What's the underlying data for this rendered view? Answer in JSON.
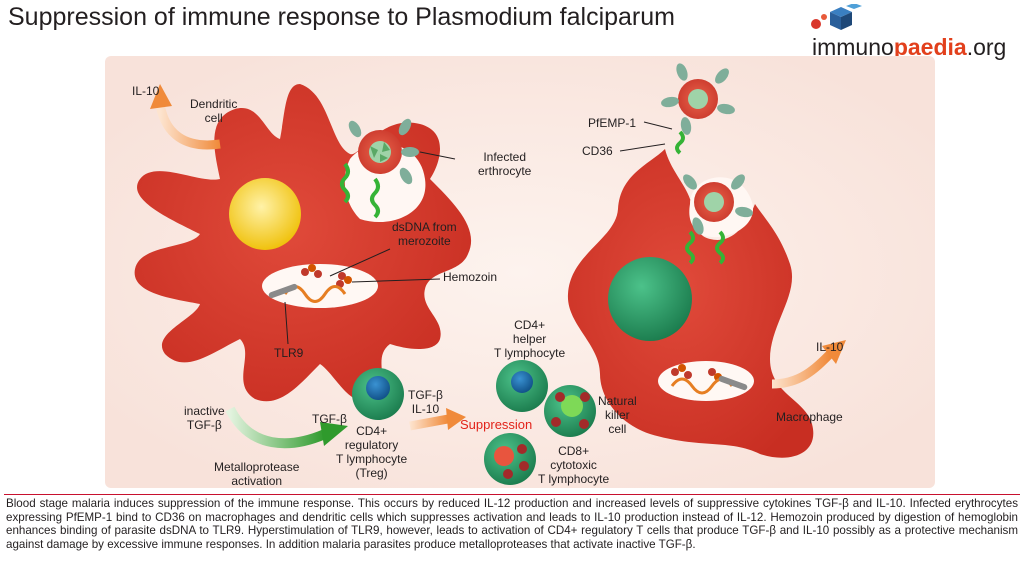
{
  "title": "Suppression of immune response to Plasmodium falciparum",
  "logo": {
    "prefix": "immuno",
    "brand": "paedia",
    "suffix": ".org"
  },
  "labels": {
    "il10_left": "IL-10",
    "dendritic_cell": "Dendritic\ncell",
    "infected_erythrocyte": "Infected\nerthrocyte",
    "dsdna": "dsDNA from\nmerozoite",
    "hemozoin": "Hemozoin",
    "tlr9": "TLR9",
    "inactive_tgf": "inactive\nTGF-β",
    "tgf_beta": "TGF-β",
    "metalloprotease": "Metalloprotease\nactivation",
    "treg": "CD4+\nregulatory\nT lymphocyte\n(Treg)",
    "tgf_il10": "TGF-β\nIL-10",
    "suppression": "Suppression",
    "cd4_helper": "CD4+\nhelper\nT lymphocyte",
    "nk_cell": "Natural\nkiller\ncell",
    "cd8": "CD8+\ncytotoxic\nT lymphocyte",
    "pfemp1": "PfEMP-1",
    "cd36": "CD36",
    "il10_right": "IL-10",
    "macrophage": "Macrophage"
  },
  "caption": "Blood stage malaria induces suppression of the immune response. This occurs by reduced IL-12 production and increased levels of suppressive cytokines TGF-β and IL-10.  Infected erythrocytes expressing PfEMP-1 bind to CD36 on macrophages and dendritic cells which suppresses activation and leads to IL-10 production instead of IL-12. Hemozoin produced by digestion of hemoglobin enhances binding of parasite dsDNA to TLR9. Hyperstimulation of TLR9, however, leads to activation of CD4+ regulatory T cells that produce TGF-β and IL-10 possibly as a protective mechanism against damage by excessive immune responses. In addition malaria parasites produce metalloproteases that activate inactive TGF-β.",
  "colors": {
    "cell_red": "#d9372b",
    "background_panel": "#fbece6",
    "nucleus_yellow": "#f6d531",
    "lymphocyte_green": "#2e9e68",
    "nucleus_blue": "#1b6ea8",
    "receptor_green": "#35b336",
    "arrow_orange": "#f39a4f",
    "arrow_green": "#3fa535",
    "suppression_red": "#e2231a"
  }
}
